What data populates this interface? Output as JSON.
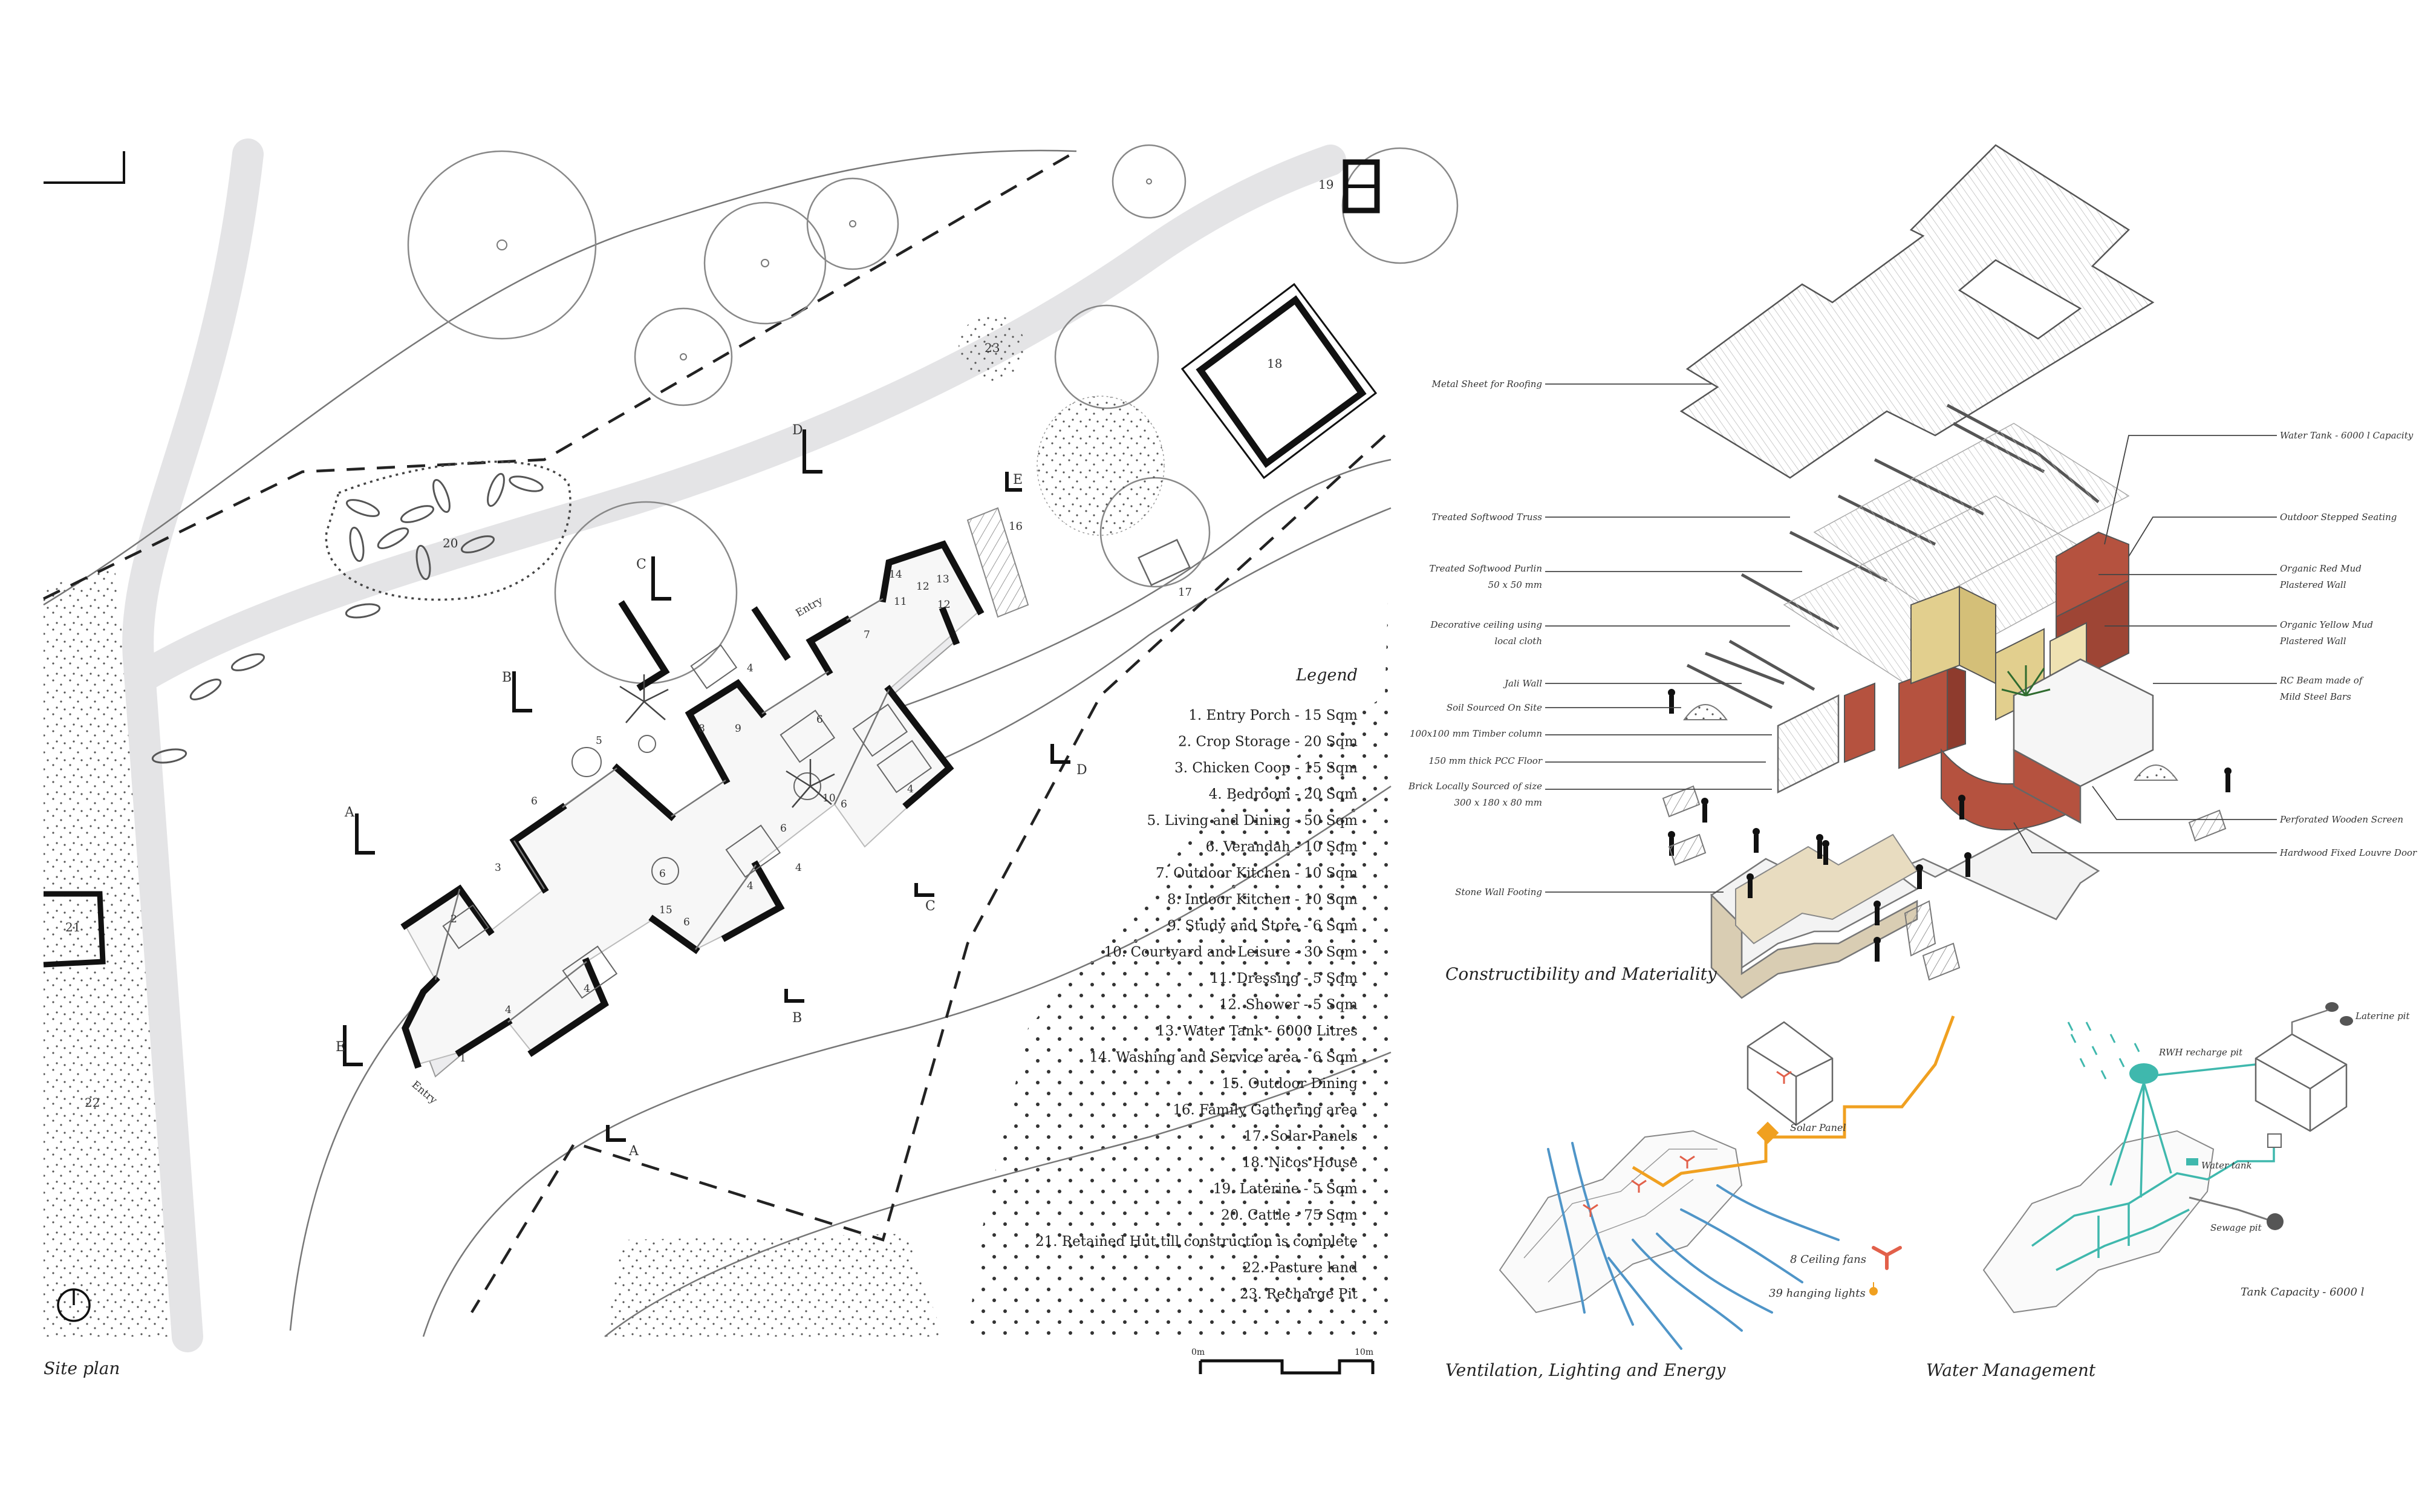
{
  "captions": {
    "site_plan": "Site plan",
    "constructibility": "Constructibility and Materiality",
    "ventilation": "Ventilation, Lighting and Energy",
    "water": "Water Management"
  },
  "legend": {
    "title": "Legend",
    "items": [
      "1. Entry Porch - 15 Sqm",
      "2. Crop Storage - 20 Sqm",
      "3. Chicken Coop - 15 Sqm",
      "4. Bedroom - 20 Sqm",
      "5. Living and Dining - 50 Sqm",
      "6. Verandah - 10 Sqm",
      "7. Outdoor Kitchen - 10 Sqm",
      "8. Indoor Kitchen - 10 Sqm",
      "9. Study and Store - 6 Sqm",
      "10. Courtyard and Leisure - 30 Sqm",
      "11. Dressing - 5 Sqm",
      "12. Shower - 5 Sqm",
      "13. Water Tank - 6000 Litres",
      "14. Washing and Service area - 6 Sqm",
      "15. Outdoor Dining",
      "16. Family Gathering area",
      "17. Solar Panels",
      "18. Nicos House",
      "19. Laterine - 5 Sqm",
      "20. Cattle - 75 Sqm",
      "21. Retained Hut till construction is complete",
      "22. Pasture land",
      "23. Recharge Pit"
    ]
  },
  "site_labels": {
    "entry_top": "Entry",
    "entry_bottom": "Entry",
    "n18": "18",
    "n19": "19",
    "n20": "20",
    "n21": "21",
    "n22": "22",
    "n23": "23",
    "n16": "16",
    "n17": "17"
  },
  "sections": {
    "a": "A",
    "a2": "A",
    "b": "B",
    "b2": "B",
    "c": "C",
    "c2": "C",
    "d": "D",
    "d2": "D",
    "e": "E",
    "e2": "E"
  },
  "scale": {
    "start": "0m",
    "end": "10m"
  },
  "axon_labels_left": [
    "Metal Sheet for Roofing",
    "Treated Softwood Truss",
    "Treated Softwood Purlin",
    "50 x 50 mm",
    "Decorative ceiling using",
    "local cloth",
    "Jali Wall",
    "Soil Sourced On Site",
    "100x100 mm Timber column",
    "150 mm thick PCC Floor",
    "Brick Locally Sourced of size",
    "300 x 180 x 80 mm",
    "Stone Wall Footing"
  ],
  "axon_labels_right": [
    "Water Tank - 6000 l Capacity",
    "Outdoor Stepped Seating",
    "Organic Red Mud",
    "Plastered Wall",
    "Organic Yellow Mud",
    "Plastered Wall",
    "RC Beam made of",
    "Mild Steel Bars",
    "Perforated Wooden Screen",
    "Hardwood Fixed Louvre Door"
  ],
  "energy": {
    "solar": "Solar Panel",
    "fans": "8 Ceiling fans",
    "lights": "39 hanging lights"
  },
  "water": {
    "rwh": "RWH  recharge pit",
    "laterine": "Laterine pit",
    "tank": "Water tank",
    "sewage": "Sewage pit",
    "capacity": "Tank Capacity - 6000 l"
  },
  "colors": {
    "red_mud": "#b5523f",
    "yellow_mud": "#e2cf8e",
    "floor": "#d9cdb3",
    "energy": "#f0a020",
    "air": "#4f95c8",
    "water": "#3fb8ad"
  }
}
